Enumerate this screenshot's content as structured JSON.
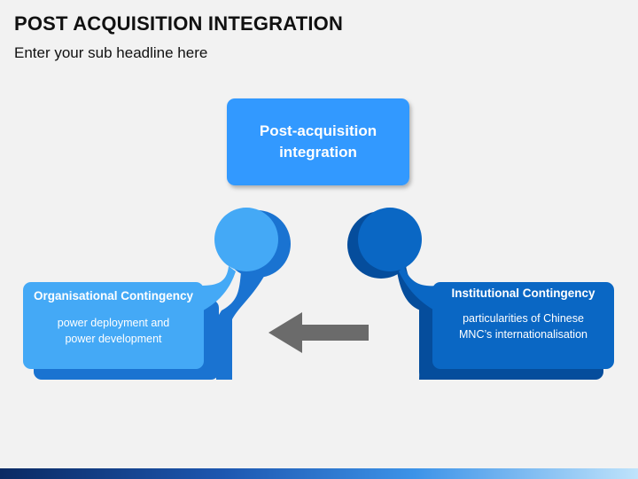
{
  "header": {
    "title": "POST ACQUISITION INTEGRATION",
    "subtitle": "Enter your sub headline here"
  },
  "diagram": {
    "top_box": {
      "line1": "Post-acquisition",
      "line2": "integration"
    },
    "left_card": {
      "title": "Organisational Contingency",
      "desc_line1": "power deployment and",
      "desc_line2": "power development"
    },
    "right_card": {
      "title": "Institutional Contingency",
      "desc_line1": "particularities of Chinese",
      "desc_line2": "MNC’s internationalisation"
    },
    "arrow_direction": "left"
  },
  "colors": {
    "top_box": "#3399ff",
    "left_light": "#44a9f6",
    "left_dark": "#1a73d1",
    "right_main": "#0a67c4",
    "right_dark": "#054d9c",
    "arrow": "#6b6b6b"
  }
}
